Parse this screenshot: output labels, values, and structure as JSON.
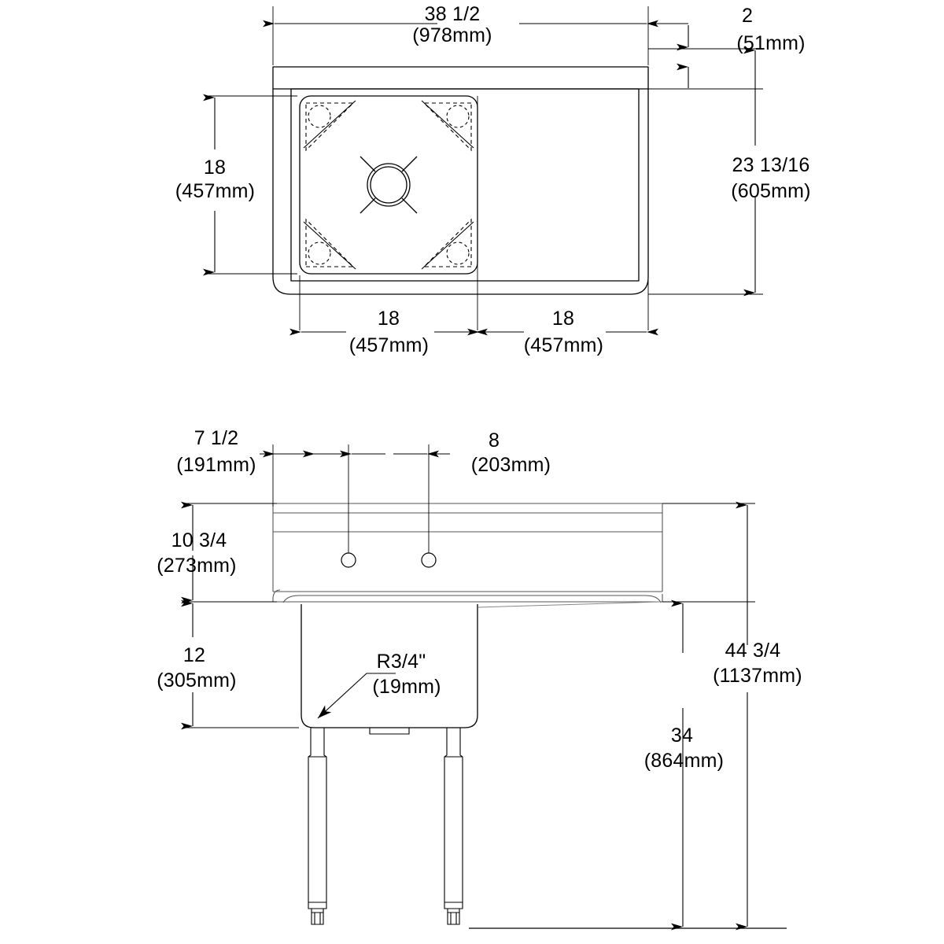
{
  "document": {
    "type": "technical-drawing",
    "subject": "one-compartment commercial sink with right drainboard",
    "units_primary": "inches",
    "units_secondary": "millimeters",
    "line_color": "#000000",
    "background_color": "#ffffff"
  },
  "views": {
    "top": {
      "name": "top-view",
      "label": ""
    },
    "front": {
      "name": "front-view",
      "label": ""
    }
  },
  "dimensions": {
    "overall_width": {
      "imperial": "38 1/2",
      "metric": "(978mm)"
    },
    "rim_width": {
      "imperial": "2",
      "metric": "(51mm)"
    },
    "overall_depth": {
      "imperial": "23 13/16",
      "metric": "(605mm)"
    },
    "bowl_depth_front_back": {
      "imperial": "18",
      "metric": "(457mm)"
    },
    "bowl_width": {
      "imperial": "18",
      "metric": "(457mm)"
    },
    "drainboard_width": {
      "imperial": "18",
      "metric": "(457mm)"
    },
    "faucet_hole_edge_offset": {
      "imperial": "7 1/2",
      "metric": "(191mm)"
    },
    "faucet_hole_spacing": {
      "imperial": "8",
      "metric": "(203mm)"
    },
    "backsplash_height": {
      "imperial": "10 3/4",
      "metric": "(273mm)"
    },
    "bowl_depth": {
      "imperial": "12",
      "metric": "(305mm)"
    },
    "corner_radius": {
      "imperial": "R3/4\"",
      "metric": "(19mm)"
    },
    "overall_height": {
      "imperial": "44 3/4",
      "metric": "(1137mm)"
    },
    "work_surface_height": {
      "imperial": "34",
      "metric": "(864mm)"
    }
  },
  "features": {
    "drain_outlet": "drain-basket-icon",
    "corner_gussets": 4,
    "faucet_holes": 2,
    "legs": 2,
    "adjustable_feet": 2
  }
}
